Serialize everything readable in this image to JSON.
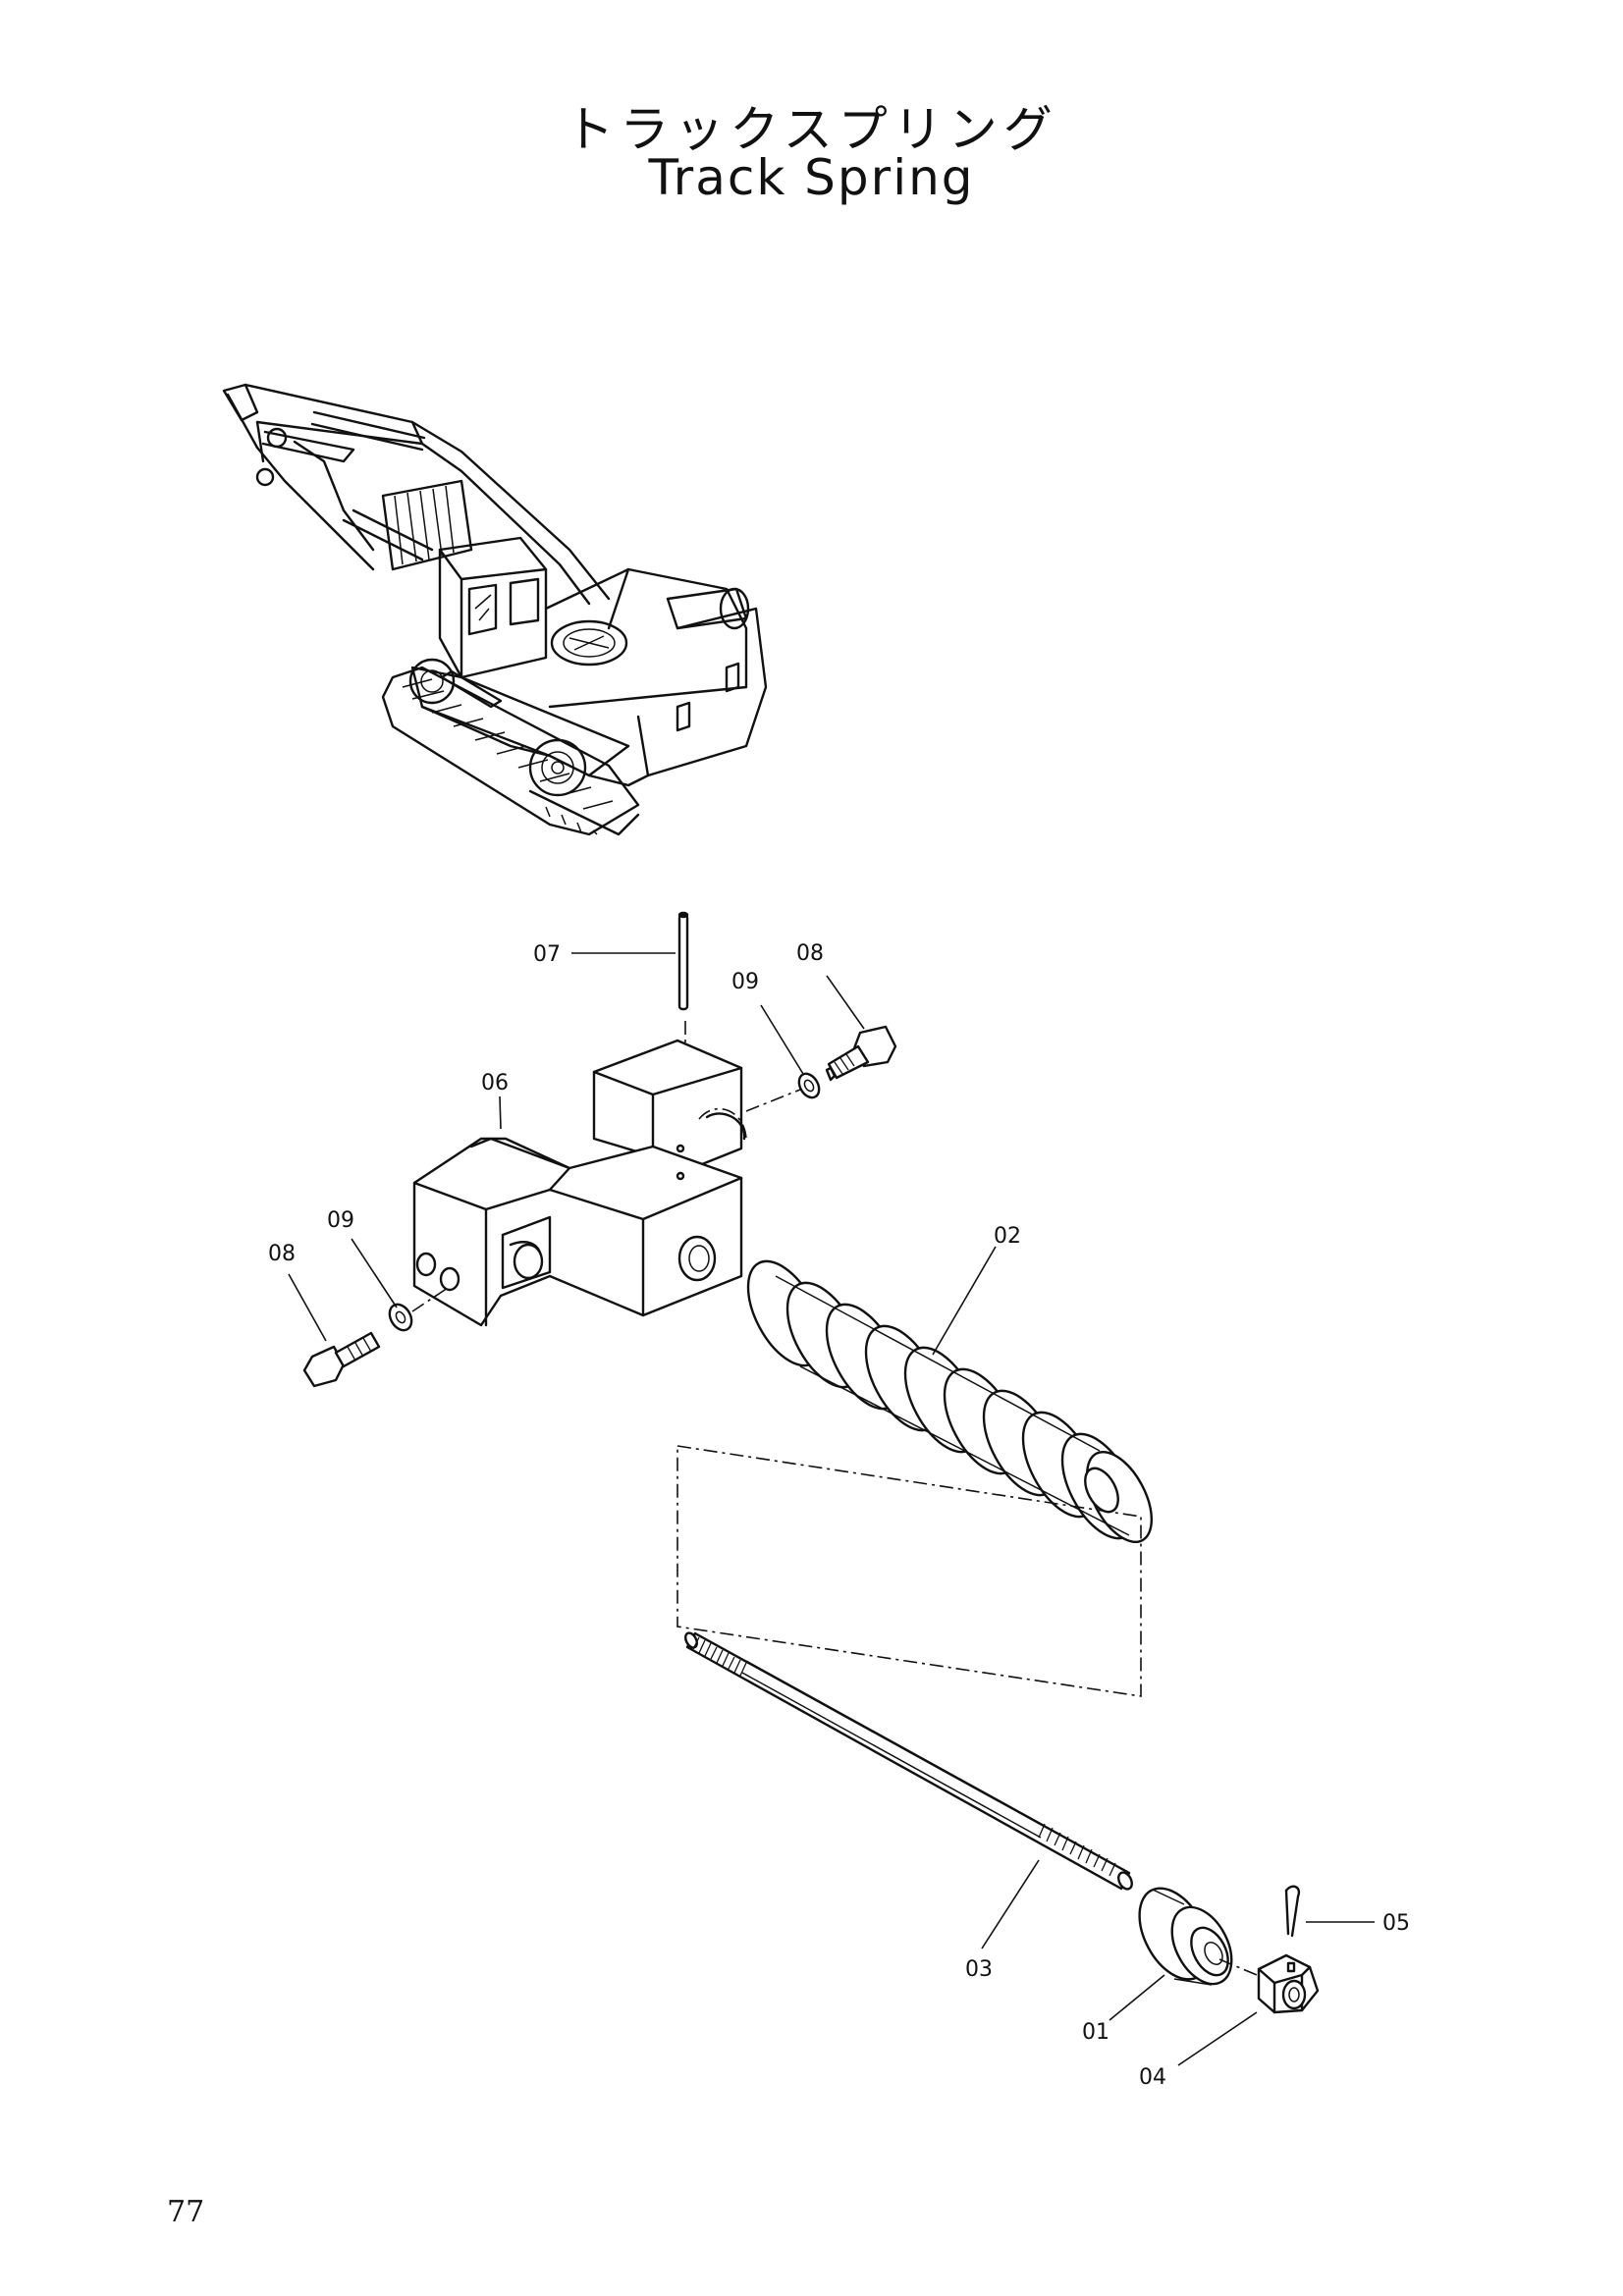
{
  "title": {
    "japanese": "トラックスプリング",
    "english": "Track Spring"
  },
  "page_number": "77",
  "callouts": {
    "c01": "01",
    "c02": "02",
    "c03": "03",
    "c04": "04",
    "c05": "05",
    "c06": "06",
    "c07": "07",
    "c08_right": "08",
    "c09_right": "09",
    "c08_left": "08",
    "c09_left": "09"
  },
  "parts": [
    {
      "ref": "01",
      "icon": "spring-seat-icon"
    },
    {
      "ref": "02",
      "icon": "coil-spring-icon"
    },
    {
      "ref": "03",
      "icon": "threaded-rod-icon"
    },
    {
      "ref": "04",
      "icon": "castle-nut-icon"
    },
    {
      "ref": "05",
      "icon": "cotter-pin-icon"
    },
    {
      "ref": "06",
      "icon": "bracket-yoke-icon"
    },
    {
      "ref": "07",
      "icon": "pin-icon"
    },
    {
      "ref": "08",
      "icon": "bolt-icon"
    },
    {
      "ref": "09",
      "icon": "washer-icon"
    }
  ]
}
